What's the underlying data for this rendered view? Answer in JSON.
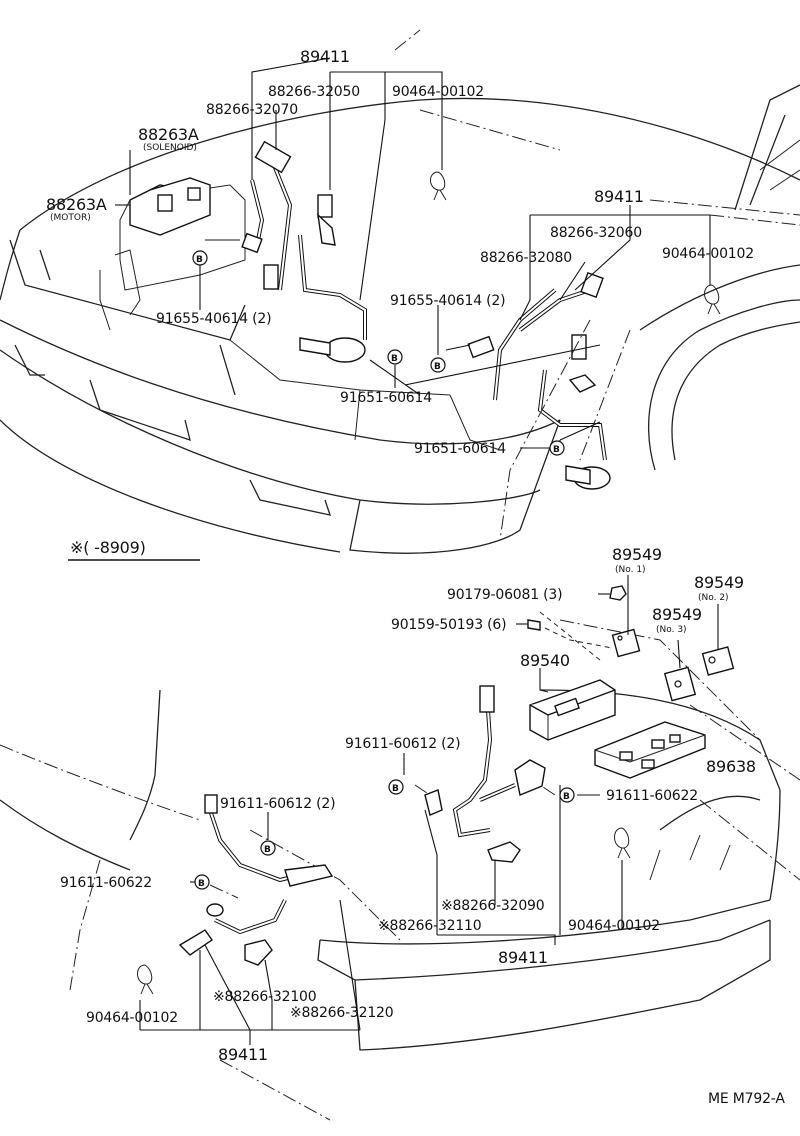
{
  "upper": {
    "a_89411_top": "89411",
    "a_88266_32050": "88266-32050",
    "a_90464_00102_top": "90464-00102",
    "a_88266_32070": "88266-32070",
    "a_88263A_solenoid": "88263A",
    "a_solenoid_sub": "(SOLENOID)",
    "a_88263A_motor": "88263A",
    "a_motor_sub": "(MOTOR)",
    "a_91655_left": "91655-40614 (2)",
    "a_89411_right": "89411",
    "a_88266_32060": "88266-32060",
    "a_88266_32080": "88266-32080",
    "a_90464_00102_right": "90464-00102",
    "a_91655_right": "91655-40614 (2)",
    "a_91651_upper": "91651-60614",
    "a_91651_lower": "91651-60614",
    "b_mark": "B"
  },
  "divider": {
    "label": "※(      -8909)"
  },
  "lower": {
    "a_89549_no1": "89549",
    "a_no1_sub": "(No. 1)",
    "a_90179": "90179-06081 (3)",
    "a_89549_no2": "89549",
    "a_no2_sub": "(No. 2)",
    "a_89549_no3": "89549",
    "a_no3_sub": "(No. 3)",
    "a_90159": "90159-50193 (6)",
    "a_89540": "89540",
    "a_91611_60612_top": "91611-60612 (2)",
    "a_89638": "89638",
    "a_91611_60612_left": "91611-60612 (2)",
    "a_91611_60622_right": "91611-60622",
    "a_91611_60622_left": "91611-60622",
    "a_88266_32090": "※88266-32090",
    "a_88266_32110": "※88266-32110",
    "a_90464_00102_right": "90464-00102",
    "a_89411_center": "89411",
    "a_88266_32100": "※88266-32100",
    "a_88266_32120": "※88266-32120",
    "a_90464_00102_left": "90464-00102",
    "a_89411_bottom": "89411"
  },
  "footer": {
    "code": "ME  M792-A"
  }
}
